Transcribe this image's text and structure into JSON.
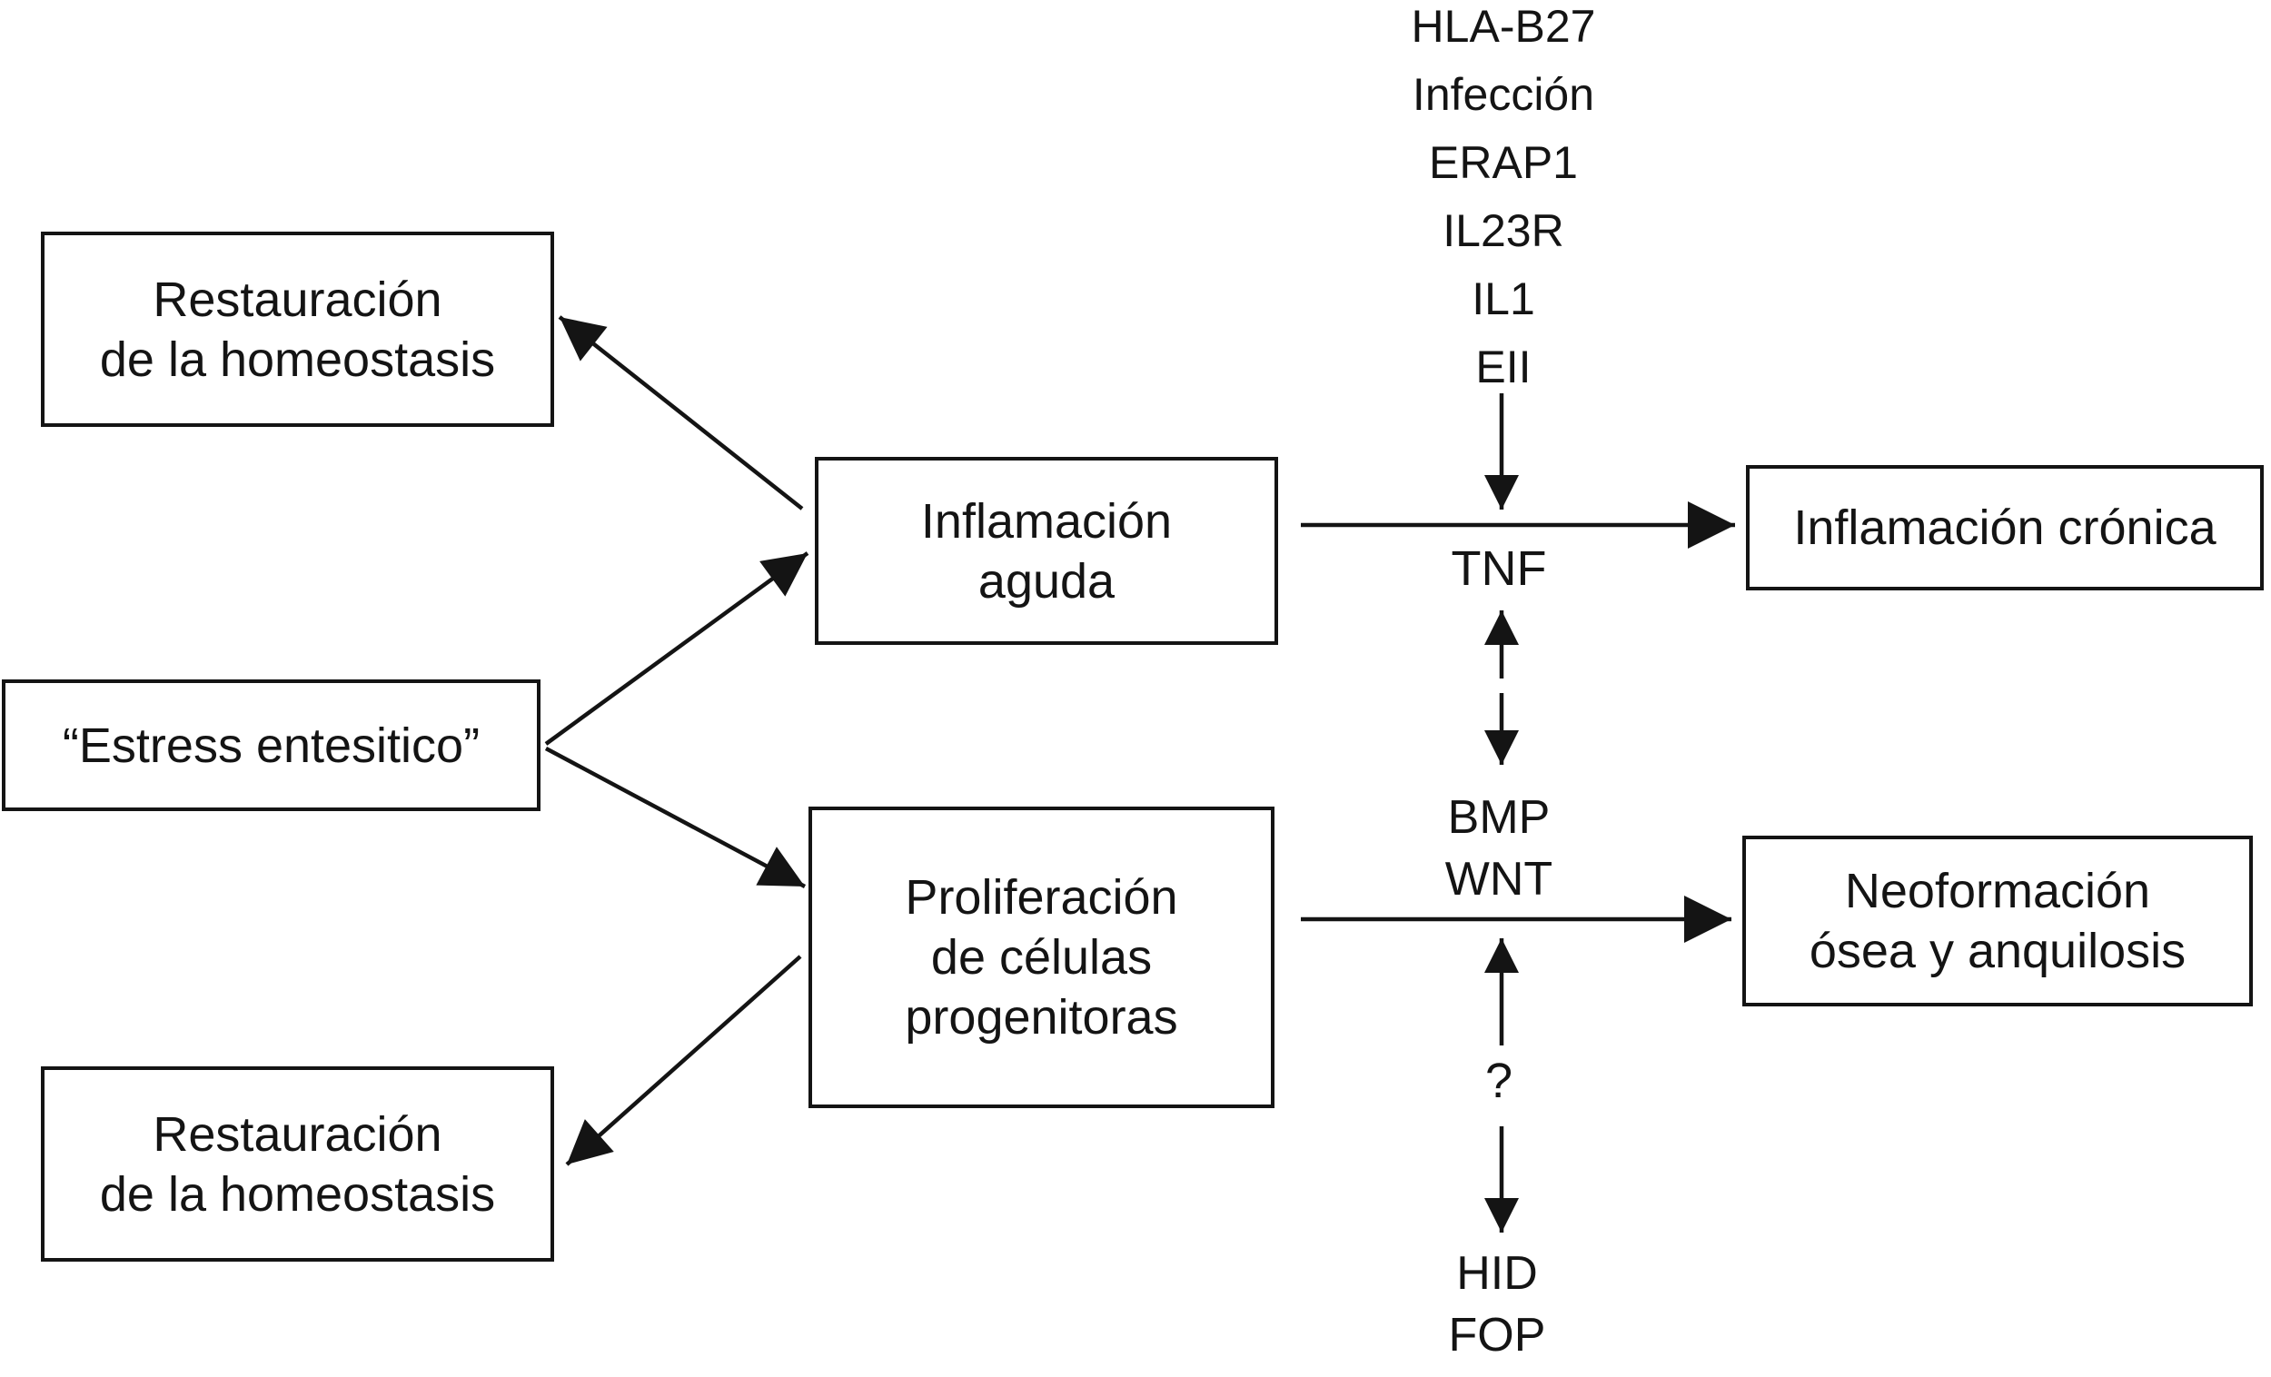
{
  "top_factors": {
    "items": [
      "HLA-B27",
      "Infección",
      "ERAP1",
      "IL23R",
      "IL1",
      "EII"
    ]
  },
  "boxes": {
    "restauracion_top": "Restauración\nde la homeostasis",
    "estress": "“Estress entesitico”",
    "inflamacion_aguda": "Inflamación\naguda",
    "inflamacion_cronica": "Inflamación crónica",
    "proliferacion": "Proliferación\nde células\nprogenitoras",
    "neoformacion": "Neoformación\nósea y anquilosis",
    "restauracion_bottom": "Restauración\nde la homeostasis"
  },
  "labels": {
    "tnf": "TNF",
    "bmp_wnt": "BMP\nWNT",
    "question": "?",
    "hid_fop": "HID\nFOP"
  },
  "colors": {
    "ink": "#141414",
    "background": "#ffffff"
  }
}
